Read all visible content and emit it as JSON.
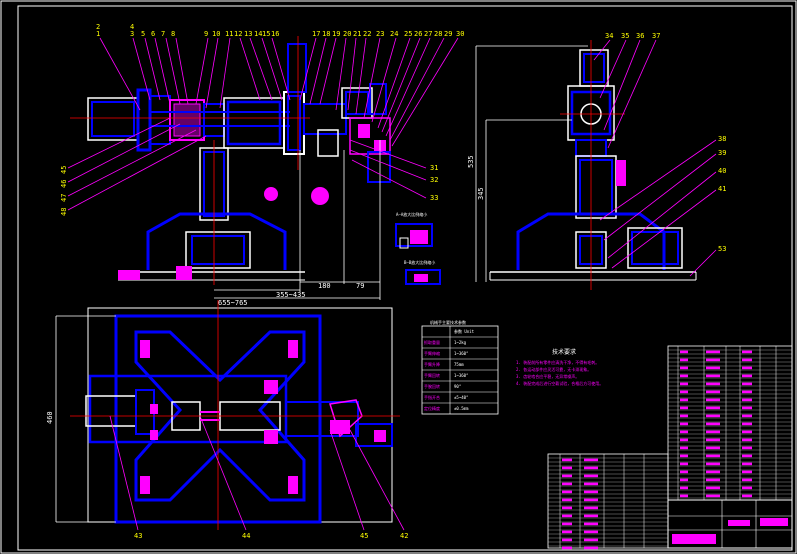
{
  "colors": {
    "background": "#000000",
    "frame": "#ffffff",
    "part": "#0000ff",
    "leader": "#ff00ff",
    "centerline": "#ff0000",
    "text": "#ffffff",
    "balloon": "#ffff00"
  },
  "balloons_front": [
    "1",
    "2",
    "3",
    "4",
    "5",
    "6",
    "7",
    "8",
    "9",
    "10",
    "11",
    "12",
    "13",
    "14",
    "15",
    "16",
    "17",
    "18",
    "19",
    "20",
    "21",
    "22",
    "23",
    "24",
    "25",
    "26",
    "27",
    "28",
    "29",
    "30",
    "31",
    "32",
    "33"
  ],
  "balloons_front_left": [
    "45",
    "46",
    "47",
    "48"
  ],
  "balloons_side": [
    "34",
    "35",
    "36",
    "37",
    "38",
    "39",
    "40",
    "41",
    "53"
  ],
  "balloons_plan": [
    "43",
    "44",
    "45",
    "42"
  ],
  "dims": {
    "front_span": "355~435",
    "front_span2": "655~765",
    "front_d1": "180",
    "front_d2": "79",
    "side_h1": "535",
    "side_h2": "345",
    "plan_h": "460"
  },
  "section_labels": {
    "a": "A—A放大比例缩小",
    "b": "B—B放大比例缩小"
  },
  "tech": {
    "title": "技术要求",
    "lines": [
      "1. 装配前所有零件应清洗干净，不得有毛刺。",
      "2. 各运动部件应灵活可靠，无卡滞现象。",
      "3. 齿轮啮合应平稳，无异常噪声。",
      "4. 装配完成后进行空载试验，合格后方可使用。"
    ]
  },
  "param_table": {
    "title": "机械手主要技术参数",
    "rows": [
      [
        "",
        "参数 Unit"
      ],
      [
        "抓取重量",
        "1~2kg"
      ],
      [
        "手臂伸缩",
        "1~360°"
      ],
      [
        "手臂升降",
        "75mm"
      ],
      [
        "手臂回转",
        "1~360°"
      ],
      [
        "手腕回转",
        "90°"
      ],
      [
        "手指开合",
        "±5~40°"
      ],
      [
        "定位精度",
        "±0.5mm"
      ]
    ]
  }
}
